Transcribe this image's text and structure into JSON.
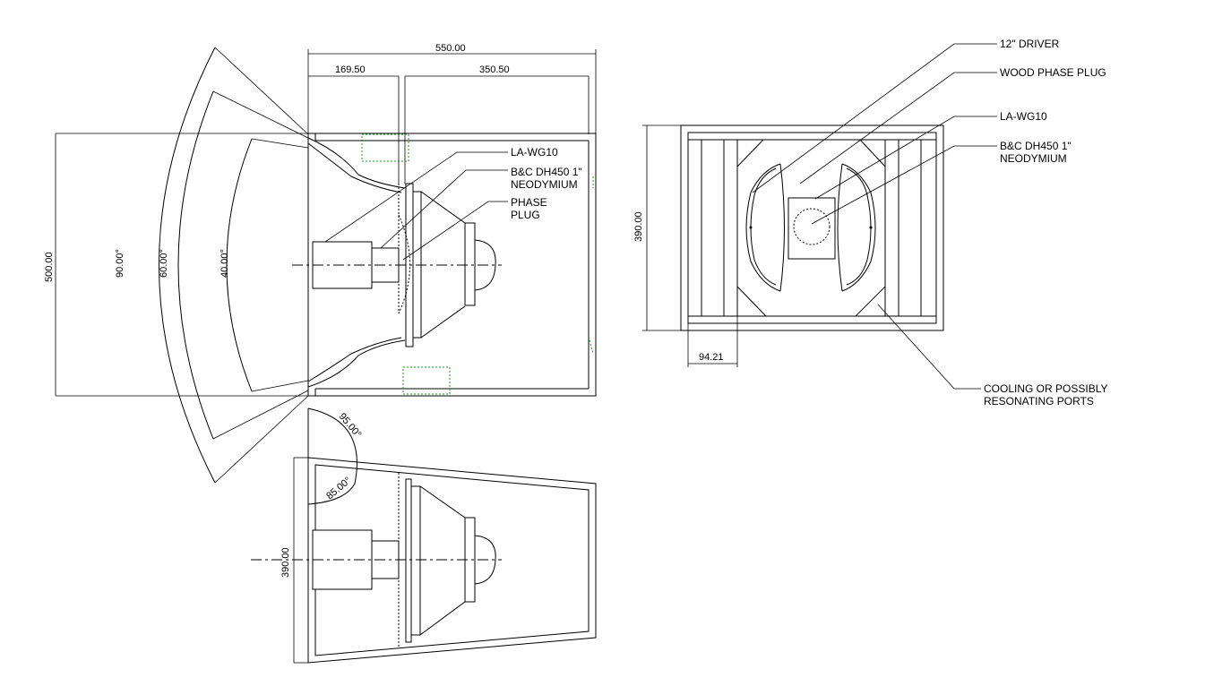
{
  "dimensions": {
    "total_width": "550.00",
    "front_depth": "169.50",
    "rear_depth": "350.50",
    "height": "500.00",
    "width_390_top": "390.00",
    "width_390_bottom": "390.00",
    "port_width": "94.21"
  },
  "angles": {
    "h90": "90.00°",
    "h60": "60.00°",
    "h40": "40.00°",
    "v95": "95.00°",
    "v85": "85.00°"
  },
  "callouts_side": {
    "waveguide": "LA-WG10",
    "driver_line1": "B&C DH450 1\"",
    "driver_line2": "NEODYMIUM",
    "plug_line1": "PHASE",
    "plug_line2": "PLUG"
  },
  "callouts_front": {
    "driver12": "12\" DRIVER",
    "wood_plug": "WOOD PHASE PLUG",
    "waveguide": "LA-WG10",
    "driver_line1": "B&C DH450 1\"",
    "driver_line2": "NEODYMIUM",
    "ports_line1": "COOLING OR POSSIBLY",
    "ports_line2": "RESONATING PORTS"
  }
}
